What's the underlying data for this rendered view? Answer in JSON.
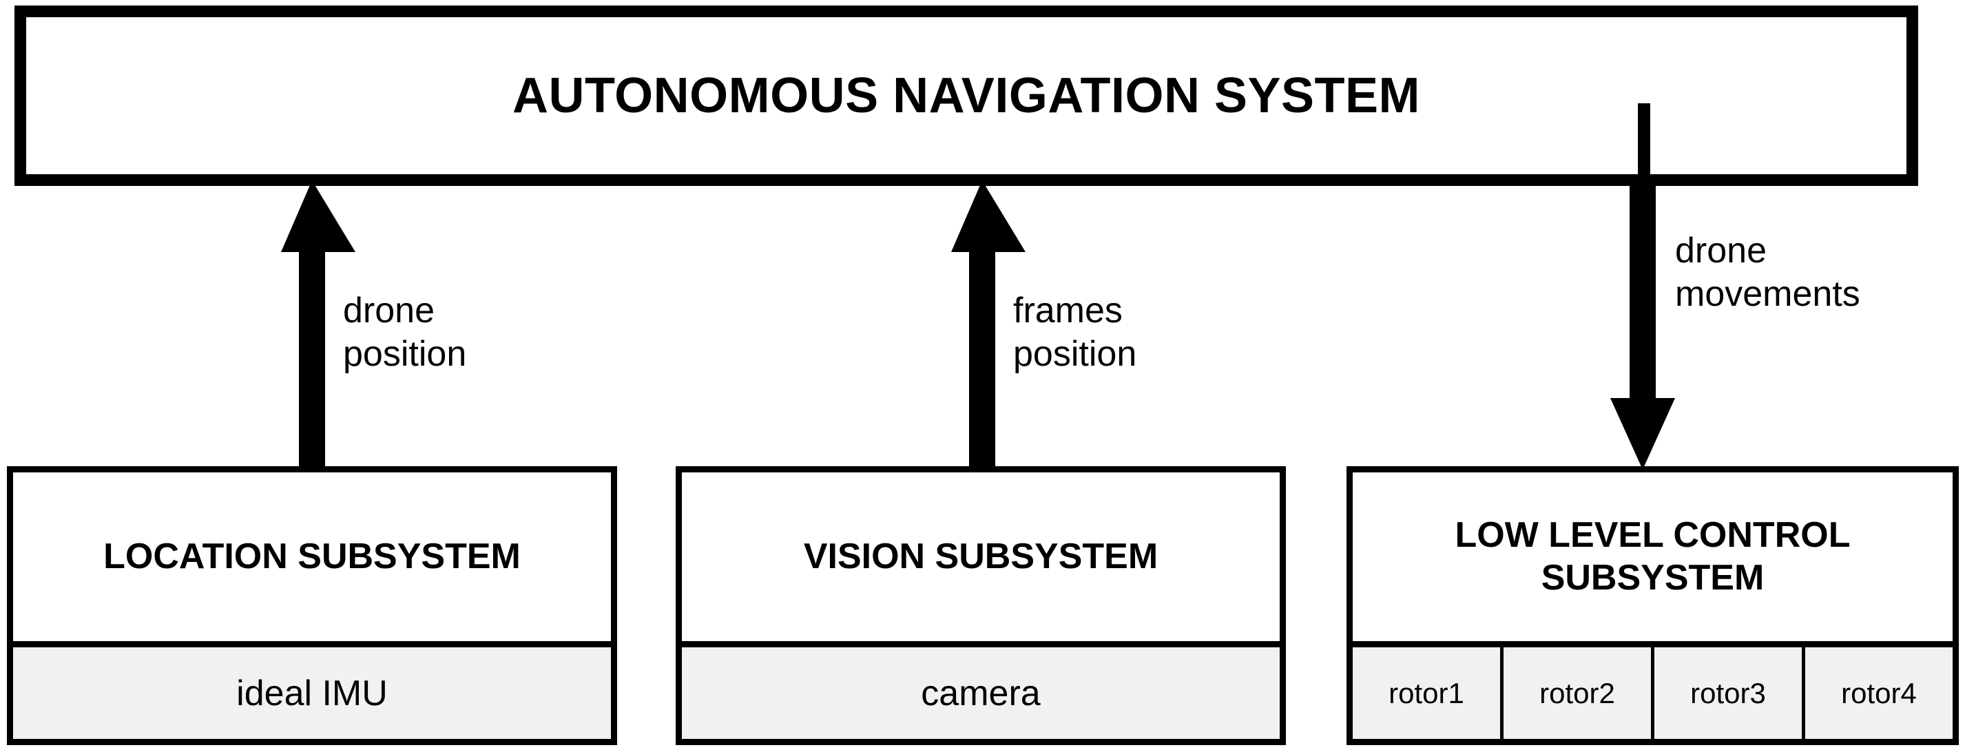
{
  "diagram": {
    "title": "AUTONOMOUS NAVIGATION SYSTEM",
    "system": {
      "label": "AUTONOMOUS NAVIGATION SYSTEM"
    },
    "subsystems": [
      {
        "id": "location",
        "title": "LOCATION\nSUBSYSTEM",
        "components": [
          "ideal IMU"
        ]
      },
      {
        "id": "vision",
        "title": "VISION\nSUBSYSTEM",
        "components": [
          "camera"
        ]
      },
      {
        "id": "control",
        "title": "LOW LEVEL CONTROL\nSUBSYSTEM",
        "components": [
          "rotor1",
          "rotor2",
          "rotor3",
          "rotor4"
        ]
      }
    ],
    "connections": [
      {
        "id": "drone-position",
        "label": "drone\nposition",
        "direction": "up",
        "from": "location",
        "to": "system"
      },
      {
        "id": "frames-position",
        "label": "frames\nposition",
        "direction": "up",
        "from": "vision",
        "to": "system"
      },
      {
        "id": "drone-movements",
        "label": "drone\nmovements",
        "direction": "down",
        "from": "system",
        "to": "control"
      }
    ],
    "colors": {
      "stroke": "#000000",
      "background": "#ffffff",
      "component_fill": "#f1f1f1"
    }
  }
}
